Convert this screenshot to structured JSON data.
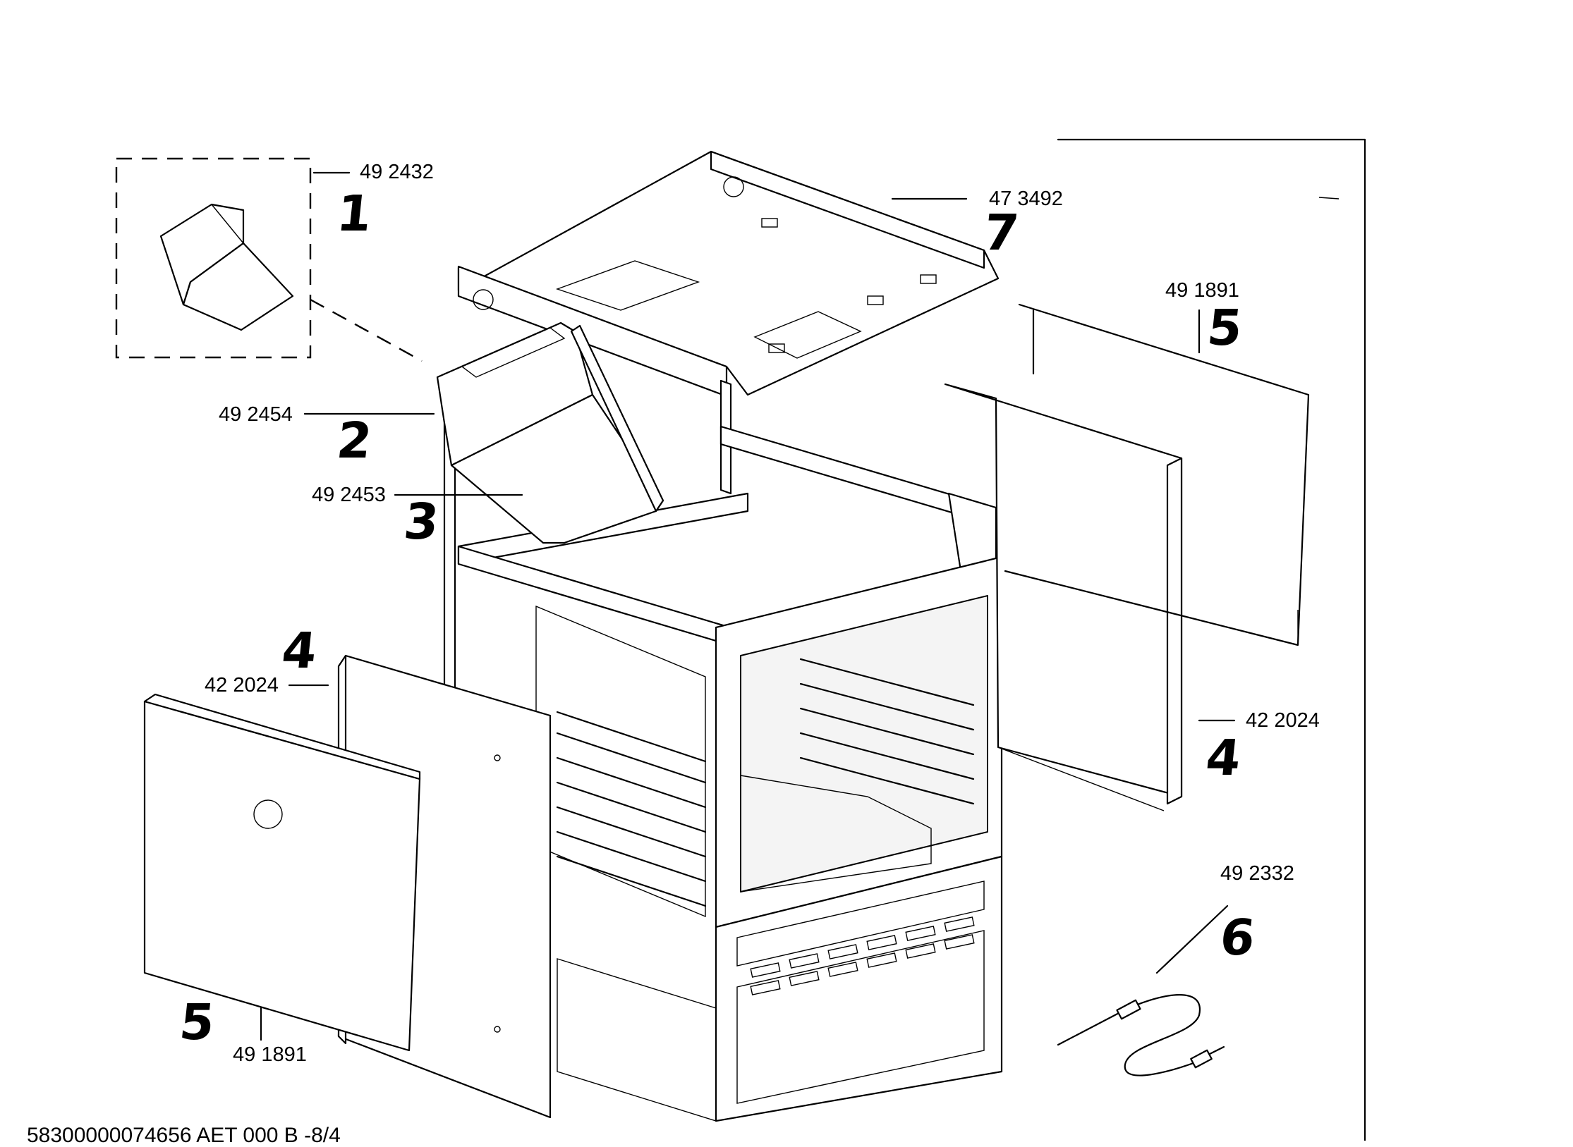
{
  "parts": [
    {
      "item": "1",
      "part_number": "49 2432"
    },
    {
      "item": "2",
      "part_number": "49 2454"
    },
    {
      "item": "3",
      "part_number": "49 2453"
    },
    {
      "item": "4",
      "part_number": "42 2024"
    },
    {
      "item": "4",
      "part_number": "42 2024"
    },
    {
      "item": "5",
      "part_number": "49 1891"
    },
    {
      "item": "5",
      "part_number": "49 1891"
    },
    {
      "item": "6",
      "part_number": "49 2332"
    },
    {
      "item": "7",
      "part_number": "47 3492"
    }
  ],
  "footer": {
    "code": "58300000074656 AET 000 B -8/4"
  }
}
